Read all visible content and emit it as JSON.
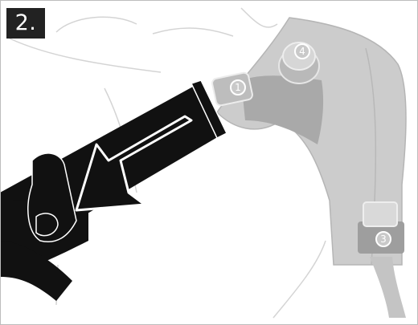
{
  "step": {
    "label": "2."
  },
  "callouts": [
    {
      "id": "1",
      "label": "1"
    },
    {
      "id": "3",
      "label": "3"
    },
    {
      "id": "4",
      "label": "4"
    }
  ],
  "colors": {
    "device_gray": "#c9c9c9",
    "device_dark": "#a9a9a9",
    "strap": "#111111",
    "outline": "#d2d2d2"
  }
}
